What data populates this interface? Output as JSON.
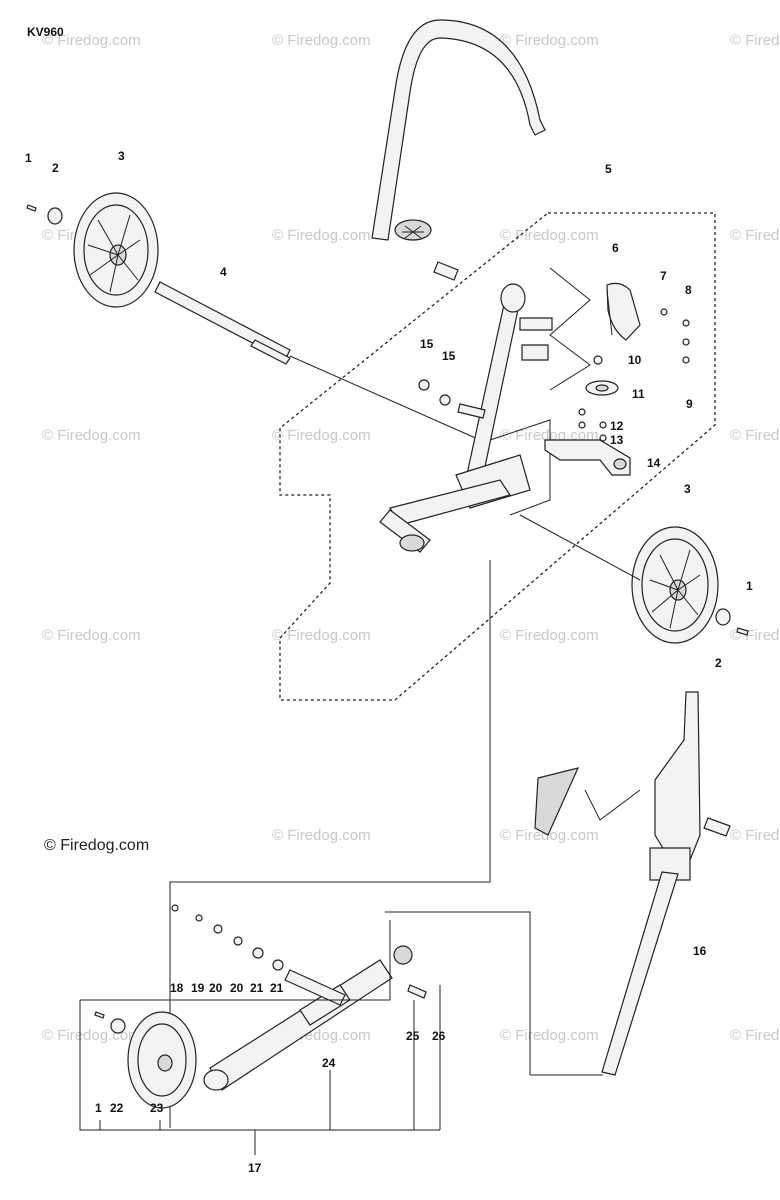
{
  "diagram": {
    "model": "KV960",
    "copyright": "© Firedog.com",
    "watermark": "© Firedog.com",
    "callouts": {
      "c1a": "1",
      "c2a": "2",
      "c3a": "3",
      "c4": "4",
      "c5": "5",
      "c6": "6",
      "c7": "7",
      "c8": "8",
      "c9": "9",
      "c10": "10",
      "c11": "11",
      "c12": "12",
      "c13": "13",
      "c14": "14",
      "c15a": "15",
      "c15b": "15",
      "c3b": "3",
      "c1b": "1",
      "c2b": "2",
      "c16": "16",
      "c18": "18",
      "c19": "19",
      "c20a": "20",
      "c20b": "20",
      "c21a": "21",
      "c21b": "21",
      "c25": "25",
      "c26": "26",
      "c24": "24",
      "c1c": "1",
      "c22": "22",
      "c23": "23",
      "c17": "17"
    }
  }
}
